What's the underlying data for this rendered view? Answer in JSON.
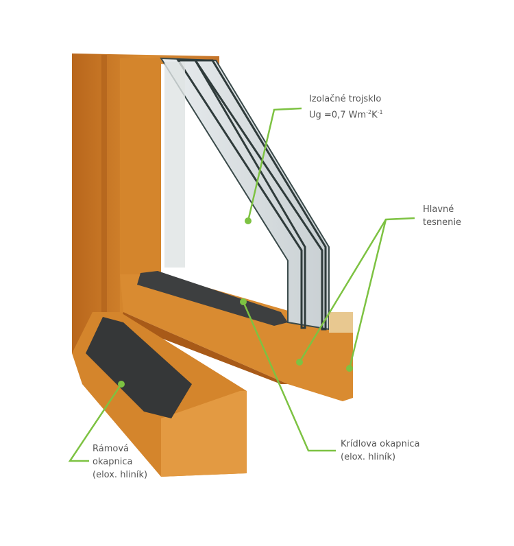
{
  "labels": {
    "glass": {
      "line1": "Izolačné trojsklo",
      "line2_prefix": "Ug =0,7 Wm",
      "exp1": "-2",
      "unit2": "K",
      "exp2": "-1"
    },
    "seal": {
      "line1": "Hlavné",
      "line2": "tesnenie"
    },
    "sash_drip": {
      "line1": "Krídlova okapnica",
      "line2": "(elox. hliník)"
    },
    "frame_drip": {
      "line1": "Rámová",
      "line2": "okapnica",
      "line3": "(elox. hliník)"
    }
  },
  "colors": {
    "leader": "#7dc242",
    "text": "#555555",
    "wood": "#d88a2e"
  }
}
